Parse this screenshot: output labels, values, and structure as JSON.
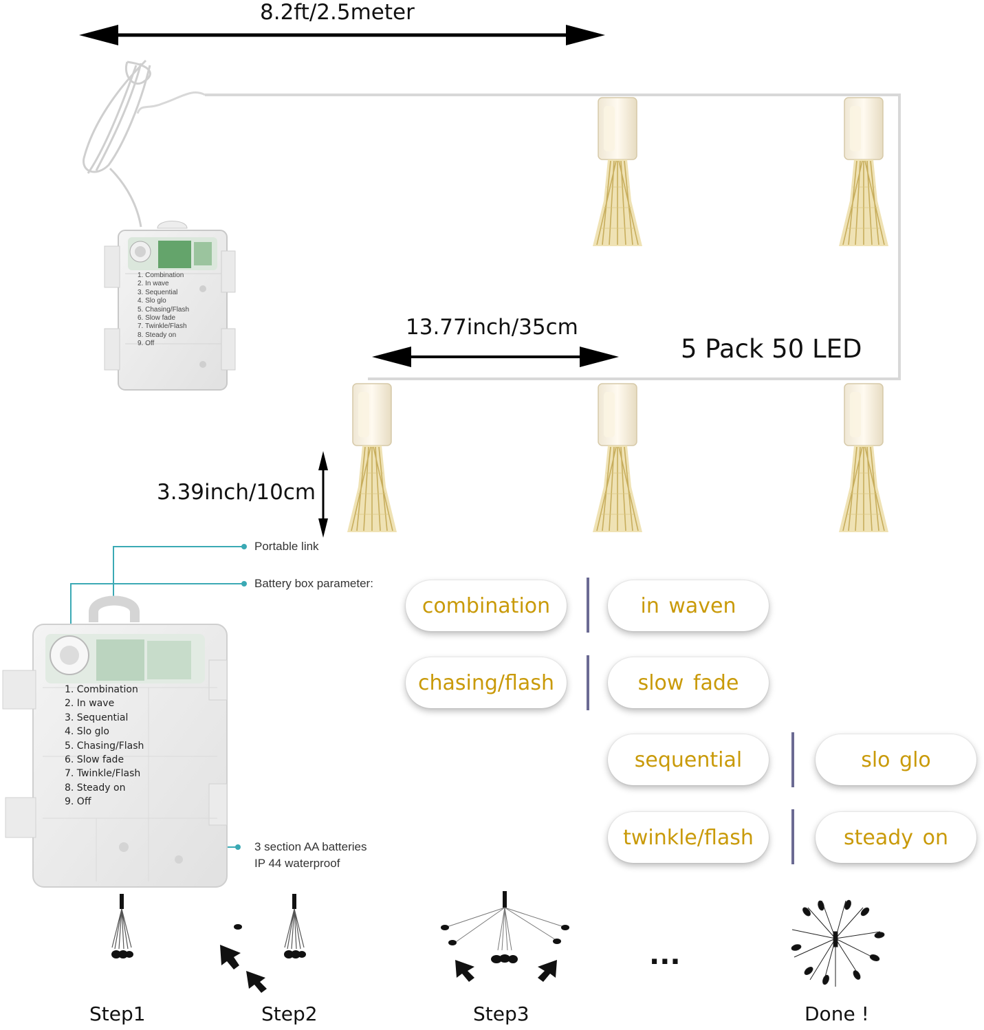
{
  "dimensions": {
    "total_length": "8.2ft/2.5meter",
    "spacing": "13.77inch/35cm",
    "drop_length": "3.39inch/10cm"
  },
  "product": {
    "title": "5 Pack 50 LED"
  },
  "callouts": {
    "portable_link": "Portable link",
    "battery_param": "Battery box parameter:",
    "batteries": "3 section AA batteries",
    "waterproof": "IP 44 waterproof"
  },
  "battery_box_modes": [
    "1. Combination",
    "2. In wave",
    "3. Sequential",
    "4. Slo glo",
    "5. Chasing/Flash",
    "6. Slow fade",
    "7. Twinkle/Flash",
    "8. Steady on",
    "9. Off"
  ],
  "mode_pills": [
    "combination",
    "in waven",
    "chasing/flash",
    "slow fade",
    "sequential",
    "slo glo",
    "twinkle/flash",
    "steady on"
  ],
  "steps": {
    "step1": "Step1",
    "step2": "Step2",
    "step3": "Step3",
    "ellipsis": "...",
    "done": "Done !"
  },
  "colors": {
    "pill_text": "#c99a09",
    "divider": "#6b6a93",
    "callout_line": "#3aa9b4",
    "wire": "#d8d8d8"
  }
}
